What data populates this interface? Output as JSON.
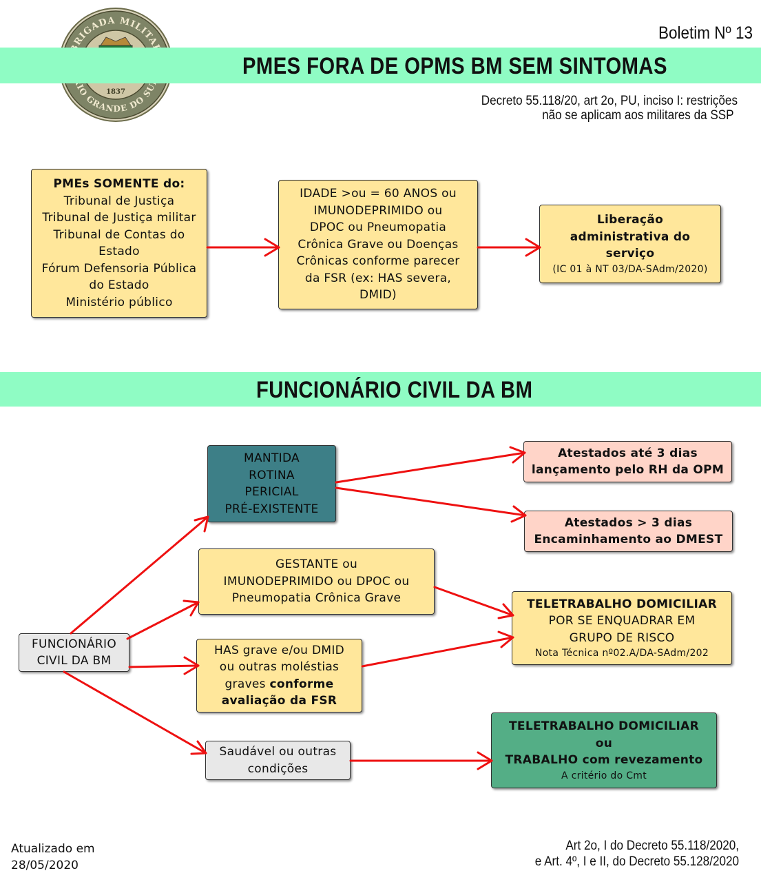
{
  "header": {
    "bulletin": "Boletim Nº 13",
    "seal_text_top": "BRIGADA MILITAR",
    "seal_text_bottom": "RIO GRANDE DO SUL",
    "seal_year": "1837",
    "decree_line1": "Decreto 55.118/20, art 2o, PU, inciso I: restrições",
    "decree_line2": "não se aplicam aos militares da SSP"
  },
  "section1": {
    "title": "PMES FORA DE OPMS BM SEM SINTOMAS",
    "box1": {
      "title": "PMEs SOMENTE do:",
      "lines": [
        "Tribunal de Justiça",
        "Tribunal de Justiça militar",
        "Tribunal de Contas do",
        "Estado",
        "Fórum Defensoria Pública",
        "do Estado",
        "Ministério público"
      ]
    },
    "box2": {
      "lines": [
        "IDADE >ou = 60 ANOS ou",
        "IMUNODEPRIMIDO ou",
        "DPOC ou Pneumopatia",
        "Crônica Grave ou Doenças",
        "Crônicas conforme parecer",
        "da FSR (ex: HAS severa,",
        "DMID)"
      ]
    },
    "box3": {
      "lines": [
        "Liberação",
        "administrativa do",
        "serviço"
      ],
      "note": "(IC 01 à NT 03/DA-SAdm/2020)"
    }
  },
  "section2": {
    "title": "FUNCIONÁRIO CIVIL DA BM",
    "root": {
      "lines": [
        "FUNCIONÁRIO",
        "CIVIL DA BM"
      ]
    },
    "rotina": {
      "lines": [
        "MANTIDA",
        "ROTINA",
        "PERICIAL",
        "PRÉ-EXISTENTE"
      ]
    },
    "atestado1": {
      "lines": [
        "Atestados até 3 dias",
        "lançamento pelo RH da OPM"
      ]
    },
    "atestado2": {
      "lines": [
        "Atestados > 3 dias",
        "Encaminhamento ao DMEST"
      ]
    },
    "gestante": {
      "lines": [
        "GESTANTE ou",
        "IMUNODEPRIMIDO ou DPOC ou",
        "Pneumopatia Crônica Grave"
      ]
    },
    "has": {
      "line1": "HAS grave e/ou DMID",
      "line2": "ou outras moléstias",
      "line3a": "graves ",
      "line3b": "conforme",
      "line4": "avaliação da FSR"
    },
    "teletrabalho": {
      "lines": [
        "TELETRABALHO DOMICILIAR",
        "POR SE ENQUADRAR EM",
        "GRUPO DE RISCO"
      ],
      "note": "Nota Técnica nº02.A/DA-SAdm/202"
    },
    "saudavel": {
      "lines": [
        "Saudável ou outras",
        "condições"
      ]
    },
    "revezamento": {
      "lines": [
        "TELETRABALHO DOMICILIAR",
        "ou",
        "TRABALHO com revezamento"
      ],
      "note": "A critério do Cmt"
    }
  },
  "footer": {
    "updated_line1": "Atualizado em",
    "updated_line2": "28/05/2020",
    "legal_line1": "Art 2o, I do Decreto 55.118/2020,",
    "legal_line2": "e Art. 4º, I e II, do Decreto  55.128/2020"
  },
  "colors": {
    "banner": "#8ffcc4",
    "yellow_box": "#ffe79b",
    "pink_box": "#ffd4c8",
    "teal_box": "#3d7f87",
    "gray_box": "#e8e8e8",
    "green_box": "#54ae86",
    "arrow": "#ee1111"
  }
}
